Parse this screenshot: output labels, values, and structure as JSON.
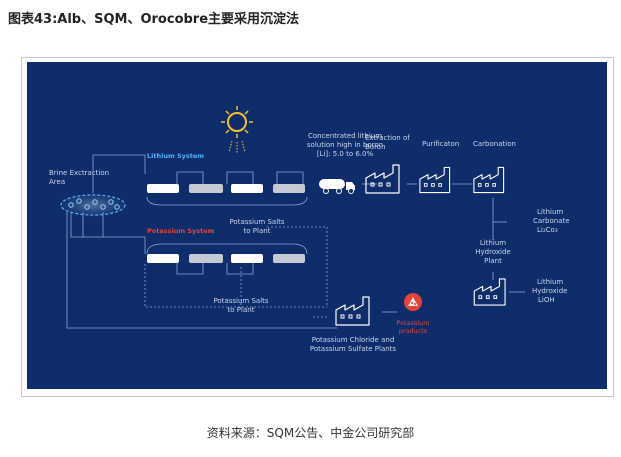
{
  "title": "图表43:Alb、SQM、Orocobre主要采用沉淀法",
  "source": "资料来源：SQM公告、中金公司研究部",
  "colors": {
    "background": "#0f2d6b",
    "accent": "#4fb3ff",
    "potassium": "#e0443a",
    "white": "#ffffff"
  },
  "icons": {
    "sun": "sun-icon",
    "tanker": "tanker-truck-icon",
    "factory": "factory-icon",
    "product": "potassium-products-icon"
  },
  "diagram": {
    "brine_area": [
      "Brine Exctraction",
      "Area"
    ],
    "lithium_system": "Lithium System",
    "potassium_system": "Potassium System",
    "concentrated": [
      "Concentrated lithium",
      "solution high in boron",
      "[Li]: 5.0 to 6.0%"
    ],
    "extraction_boron": [
      "Extraction of",
      "Boron"
    ],
    "purification": "Purificaton",
    "carbonation": "Carbonation",
    "lithium_carbonate": [
      "Lithium",
      "Carbonate",
      "Li₂Co₃"
    ],
    "lithium_hydroxide_plant": [
      "Lithium",
      "Hydroxide",
      "Plant"
    ],
    "lithium_hydroxide": [
      "Lithium",
      "Hydroxide",
      "LiOH"
    ],
    "potassium_salts_1": [
      "Potassium Salts",
      "to Plant"
    ],
    "potassium_salts_2": [
      "Potassium Salts",
      "to Plant"
    ],
    "potassium_plants": [
      "Potassium Chloride and",
      "Potassium Sulfate Plants"
    ],
    "potassium_products": [
      "Potassium",
      "products"
    ]
  }
}
